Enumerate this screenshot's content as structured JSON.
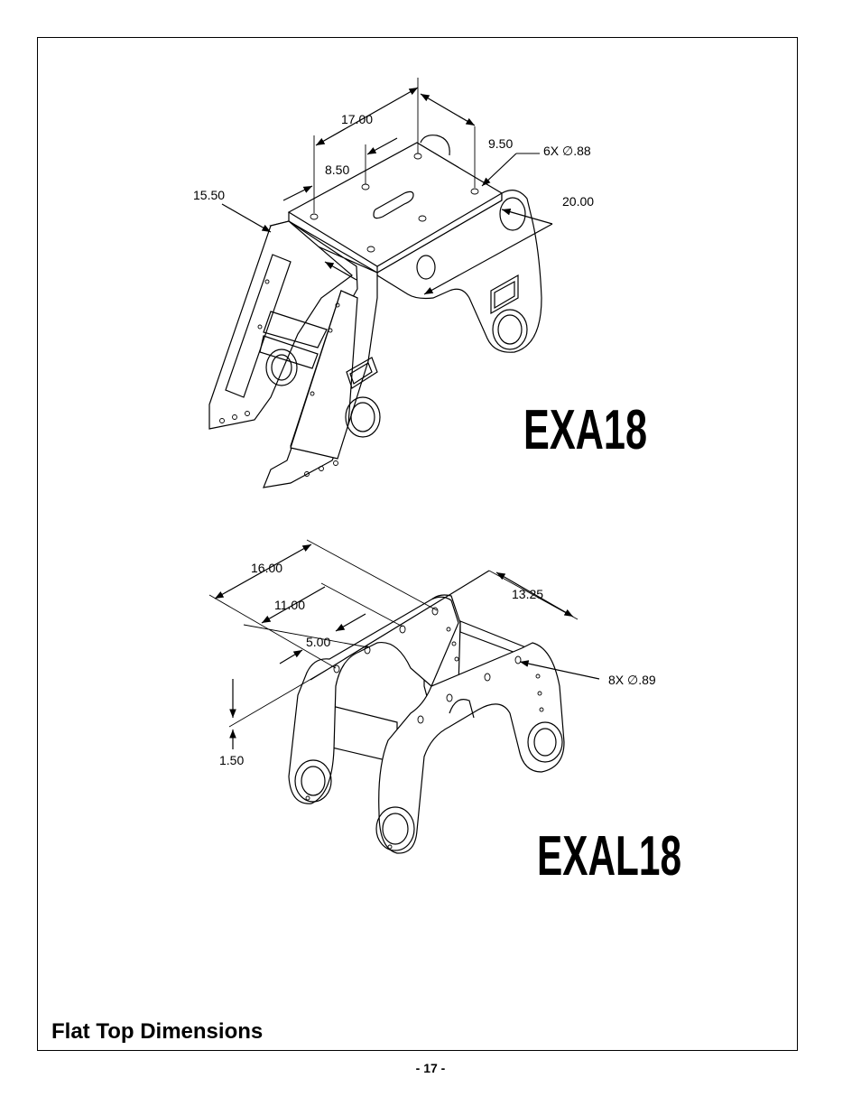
{
  "page": {
    "title": "Flat Top Dimensions",
    "page_number": "- 17 -"
  },
  "figures": [
    {
      "model": "EXA18",
      "dimensions": [
        "17.00",
        "9.50",
        "6X ∅.88",
        "8.50",
        "15.50",
        "20.00"
      ]
    },
    {
      "model": "EXAL18",
      "dimensions": [
        "16.00",
        "11.00",
        "5.00",
        "13.25",
        "8X ∅.89",
        "1.50"
      ]
    }
  ]
}
